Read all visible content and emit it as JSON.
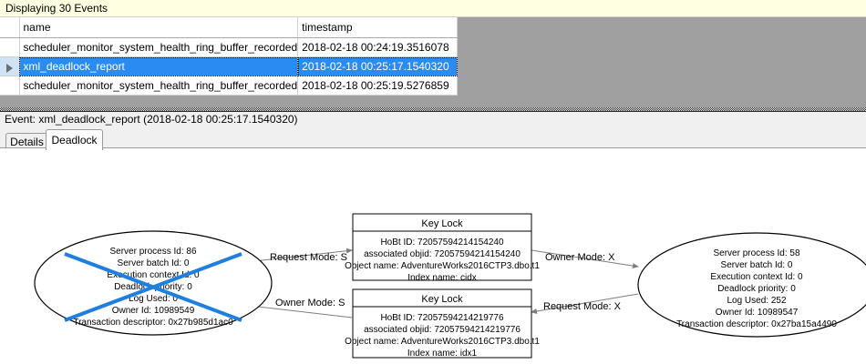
{
  "window": {
    "events_status": "Displaying 30 Events",
    "event_header": "Event: xml_deadlock_report (2018-02-18 00:25:17.1540320)"
  },
  "colors": {
    "status_bar_bg": "#ffffe1",
    "selection_blue": "#2a8cf0",
    "canvas_gray": "#a0a0a0",
    "victim_cross": "#1f7fe0"
  },
  "grid": {
    "columns": [
      "name",
      "timestamp"
    ],
    "rows": [
      {
        "marker": "",
        "name": "scheduler_monitor_system_health_ring_buffer_recorded",
        "timestamp": "2018-02-18 00:24:19.3516078",
        "selected": false
      },
      {
        "marker": "▶",
        "name": "xml_deadlock_report",
        "timestamp": "2018-02-18 00:25:17.1540320",
        "selected": true
      },
      {
        "marker": "",
        "name": "scheduler_monitor_system_health_ring_buffer_recorded",
        "timestamp": "2018-02-18 00:25:19.5276859",
        "selected": false
      }
    ]
  },
  "tabs": [
    {
      "label": "Details",
      "selected": false
    },
    {
      "label": "Deadlock",
      "selected": true
    }
  ],
  "graph": {
    "process_left": {
      "shape": "ellipse",
      "is_victim": true,
      "lines": [
        "Server process Id: 86",
        "Server batch Id: 0",
        "Execution context Id: 0",
        "Deadlock priority: 0",
        "Log Used: 0",
        "Owner Id: 10989549",
        "Transaction descriptor: 0x27b985d1ac0"
      ]
    },
    "process_right": {
      "shape": "ellipse",
      "is_victim": false,
      "lines": [
        "Server process Id: 58",
        "Server batch Id: 0",
        "Execution context Id: 0",
        "Deadlock priority: 0",
        "Log Used: 252",
        "Owner Id: 10989547",
        "Transaction descriptor: 0x27ba15a4490"
      ]
    },
    "resource_top": {
      "title": "Key Lock",
      "lines": [
        "HoBt ID: 72057594214154240",
        "associated objid: 72057594214154240",
        "Object name: AdventureWorks2016CTP3.dbo.t1",
        "Index name: cidx"
      ]
    },
    "resource_bottom": {
      "title": "Key Lock",
      "lines": [
        "HoBt ID: 72057594214219776",
        "associated objid: 72057594214219776",
        "Object name: AdventureWorks2016CTP3.dbo.t1",
        "Index name: idx1"
      ]
    },
    "edges": {
      "left_to_top": "Request Mode: S",
      "top_to_right": "Owner Mode: X",
      "bottom_to_left": "Owner Mode: S",
      "right_to_bottom": "Request Mode: X"
    }
  }
}
